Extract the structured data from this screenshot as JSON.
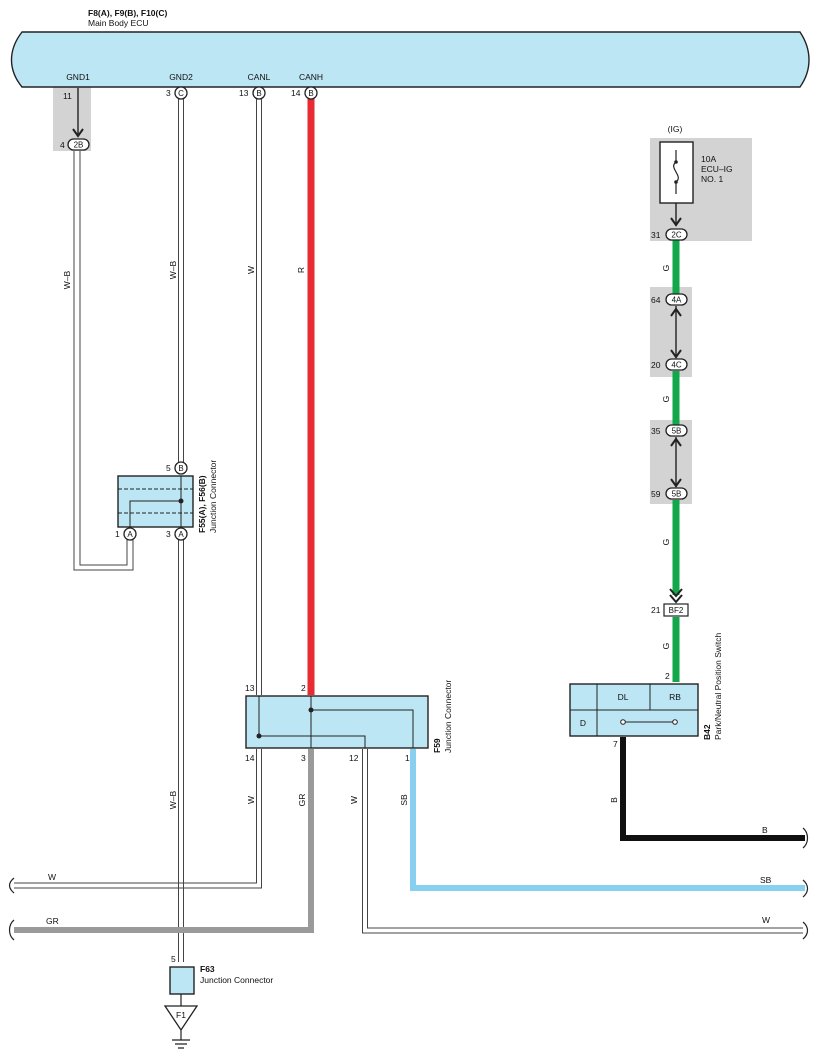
{
  "ecu": {
    "connectors": "F8(A), F9(B), F10(C)",
    "name": "Main Body ECU",
    "pins": [
      {
        "label": "GND1",
        "num": "11",
        "conn": ""
      },
      {
        "label": "GND2",
        "num": "3",
        "conn": "C"
      },
      {
        "label": "CANL",
        "num": "13",
        "conn": "B"
      },
      {
        "label": "CANH",
        "num": "14",
        "conn": "B"
      }
    ]
  },
  "gnd1_route": {
    "num": "4",
    "conn": "2B",
    "wire": "W–B"
  },
  "wires": {
    "gnd2": "W–B",
    "canl": "W",
    "canh": "R",
    "gnd2_lower": "W–B"
  },
  "jc_f55": {
    "id": "F55(A), F56(B)",
    "name": "Junction Connector",
    "top_num": "5",
    "top_conn": "B",
    "bl_num": "1",
    "bl_conn": "A",
    "br_num": "3",
    "br_conn": "A"
  },
  "jc_f59": {
    "id": "F59",
    "name": "Junction Connector",
    "top_pins": [
      "13",
      "2"
    ],
    "bottom_pins": [
      "14",
      "3",
      "12",
      "1"
    ]
  },
  "bottom_wires": [
    {
      "left": "W",
      "right": ""
    },
    {
      "left": "GR",
      "right": ""
    }
  ],
  "vertical_wire_labels": {
    "p14": "W",
    "p3": "GR",
    "p12": "W",
    "p1": "SB"
  },
  "right_wire_labels": {
    "sb": "SB",
    "w": "W",
    "b": "B"
  },
  "fuse": {
    "power": "(IG)",
    "rating": "10A",
    "name": "ECU–IG",
    "number": "NO. 1",
    "out_num": "31",
    "out_conn": "2C"
  },
  "green_chain": [
    {
      "num": "64",
      "conn": "4A"
    },
    {
      "num": "20",
      "conn": "4C"
    },
    {
      "num": "35",
      "conn": "5B"
    },
    {
      "num": "59",
      "conn": "5B"
    }
  ],
  "green_wire": "G",
  "bf2": {
    "num": "21",
    "label": "BF2"
  },
  "switch": {
    "id": "B42",
    "name": "Park/Neutral Position Switch",
    "pin_top": "2",
    "pin_bottom": "7",
    "cells": [
      "DL",
      "RB",
      "D"
    ],
    "out_wire": "B"
  },
  "f63": {
    "id": "F63",
    "name": "Junction Connector",
    "num": "5",
    "ground": "F1"
  },
  "colors": {
    "ecu_fill": "#bde6f4",
    "red": "#e82a33",
    "green": "#11a74a",
    "sb": "#88d0ef",
    "gray": "#9a9a9a",
    "black": "#111111",
    "shade": "#d3d3d3"
  }
}
